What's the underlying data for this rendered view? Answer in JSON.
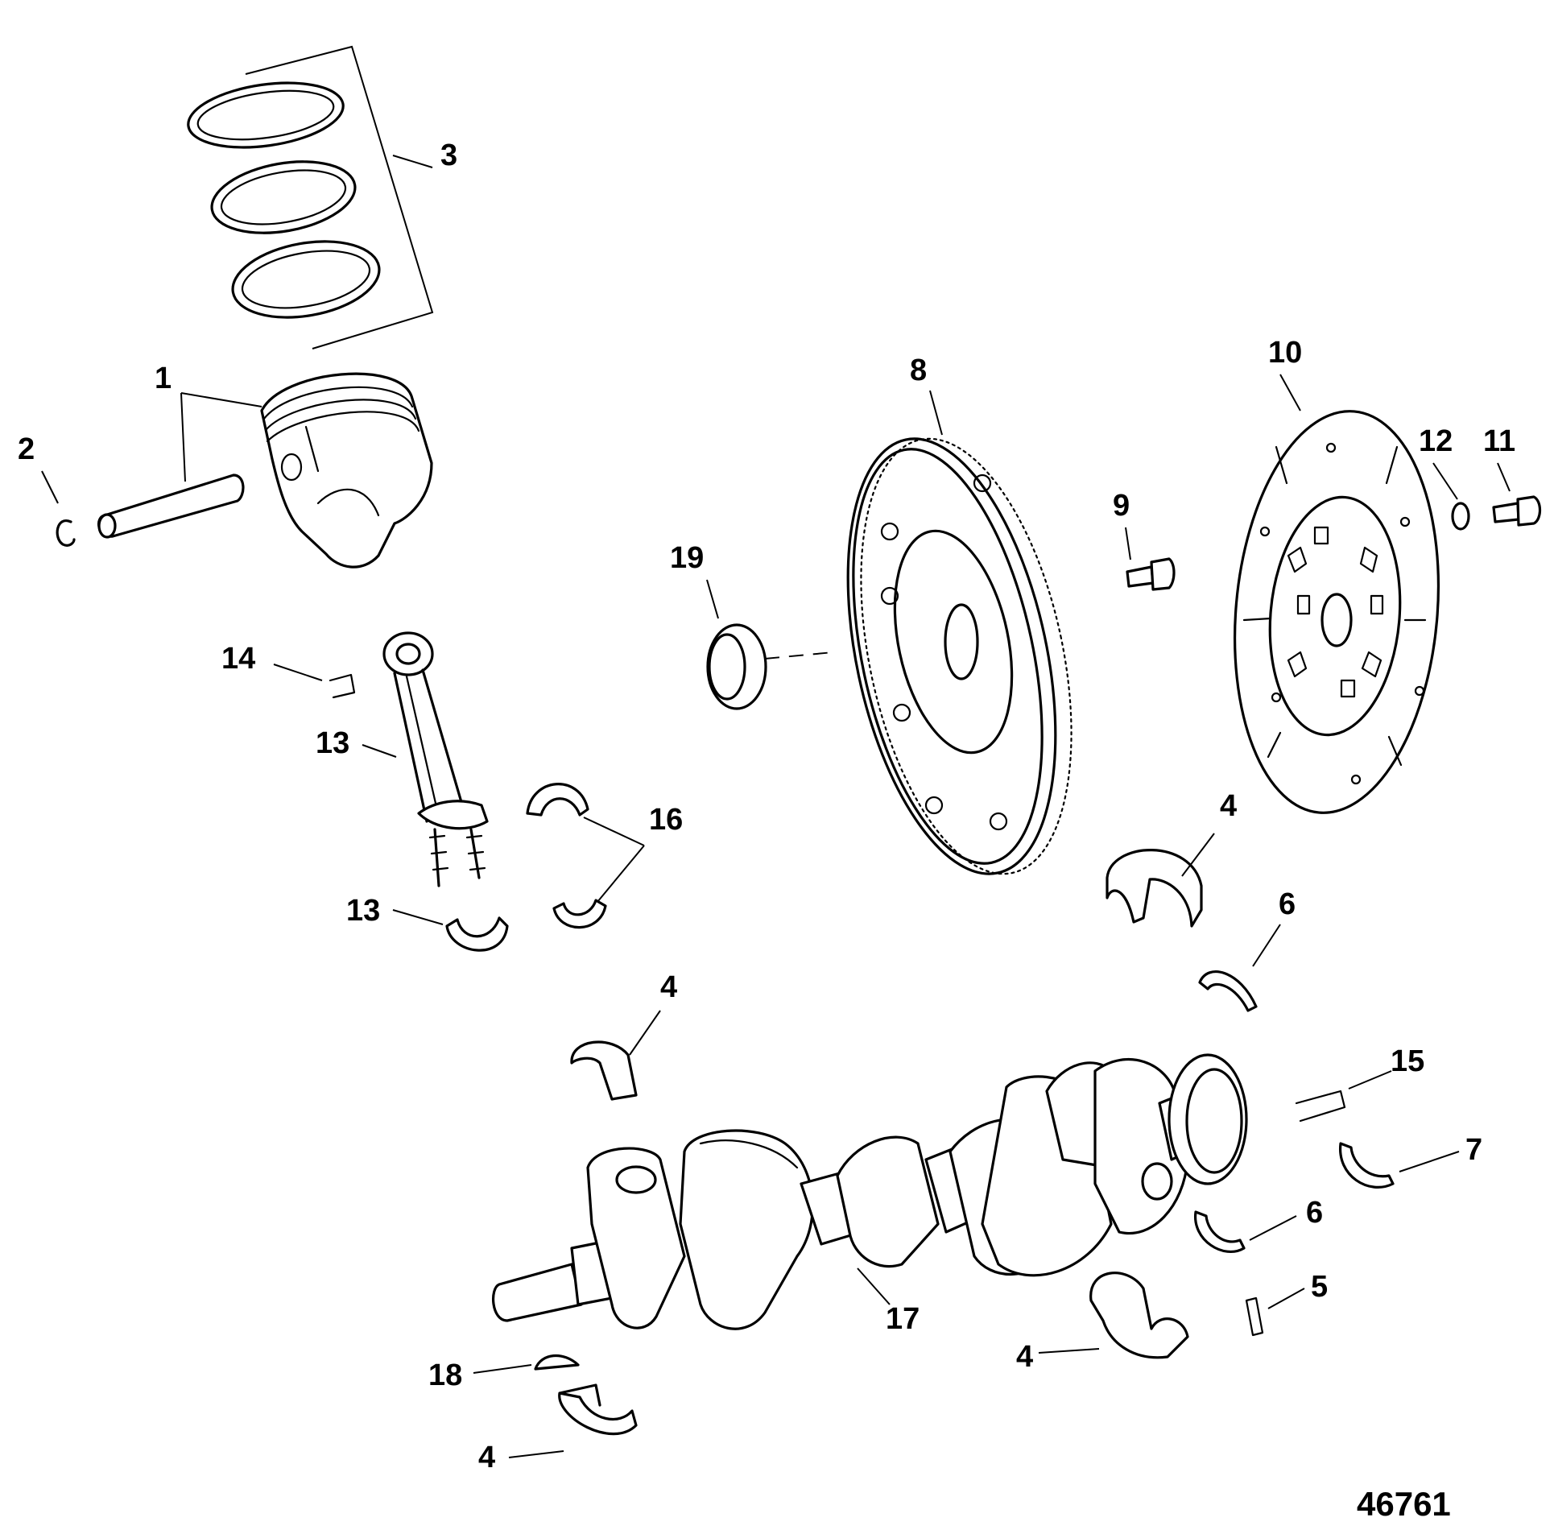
{
  "callouts": [
    {
      "id": "c1",
      "label": "1"
    },
    {
      "id": "c2",
      "label": "2"
    },
    {
      "id": "c3",
      "label": "3"
    },
    {
      "id": "c4a",
      "label": "4"
    },
    {
      "id": "c4b",
      "label": "4"
    },
    {
      "id": "c4c",
      "label": "4"
    },
    {
      "id": "c4d",
      "label": "4"
    },
    {
      "id": "c5",
      "label": "5"
    },
    {
      "id": "c6a",
      "label": "6"
    },
    {
      "id": "c6b",
      "label": "6"
    },
    {
      "id": "c7",
      "label": "7"
    },
    {
      "id": "c8",
      "label": "8"
    },
    {
      "id": "c9",
      "label": "9"
    },
    {
      "id": "c10",
      "label": "10"
    },
    {
      "id": "c11",
      "label": "11"
    },
    {
      "id": "c12",
      "label": "12"
    },
    {
      "id": "c13a",
      "label": "13"
    },
    {
      "id": "c13b",
      "label": "13"
    },
    {
      "id": "c14",
      "label": "14"
    },
    {
      "id": "c15",
      "label": "15"
    },
    {
      "id": "c16",
      "label": "16"
    },
    {
      "id": "c17",
      "label": "17"
    },
    {
      "id": "c18",
      "label": "18"
    },
    {
      "id": "c19",
      "label": "19"
    }
  ],
  "figure_number": "46761"
}
